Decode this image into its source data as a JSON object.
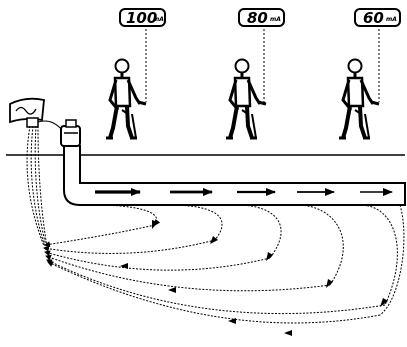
{
  "readings": [
    {
      "value": "100",
      "unit": "mA"
    },
    {
      "value": "80",
      "unit": "mA"
    },
    {
      "value": "60",
      "unit": "mA"
    }
  ],
  "icons": {
    "transmitter": "signal-transmitter-icon",
    "clamp": "signal-clamp-icon",
    "operator": "operator-with-locator-icon"
  },
  "colors": {
    "line": "#000000",
    "background": "#ffffff"
  }
}
